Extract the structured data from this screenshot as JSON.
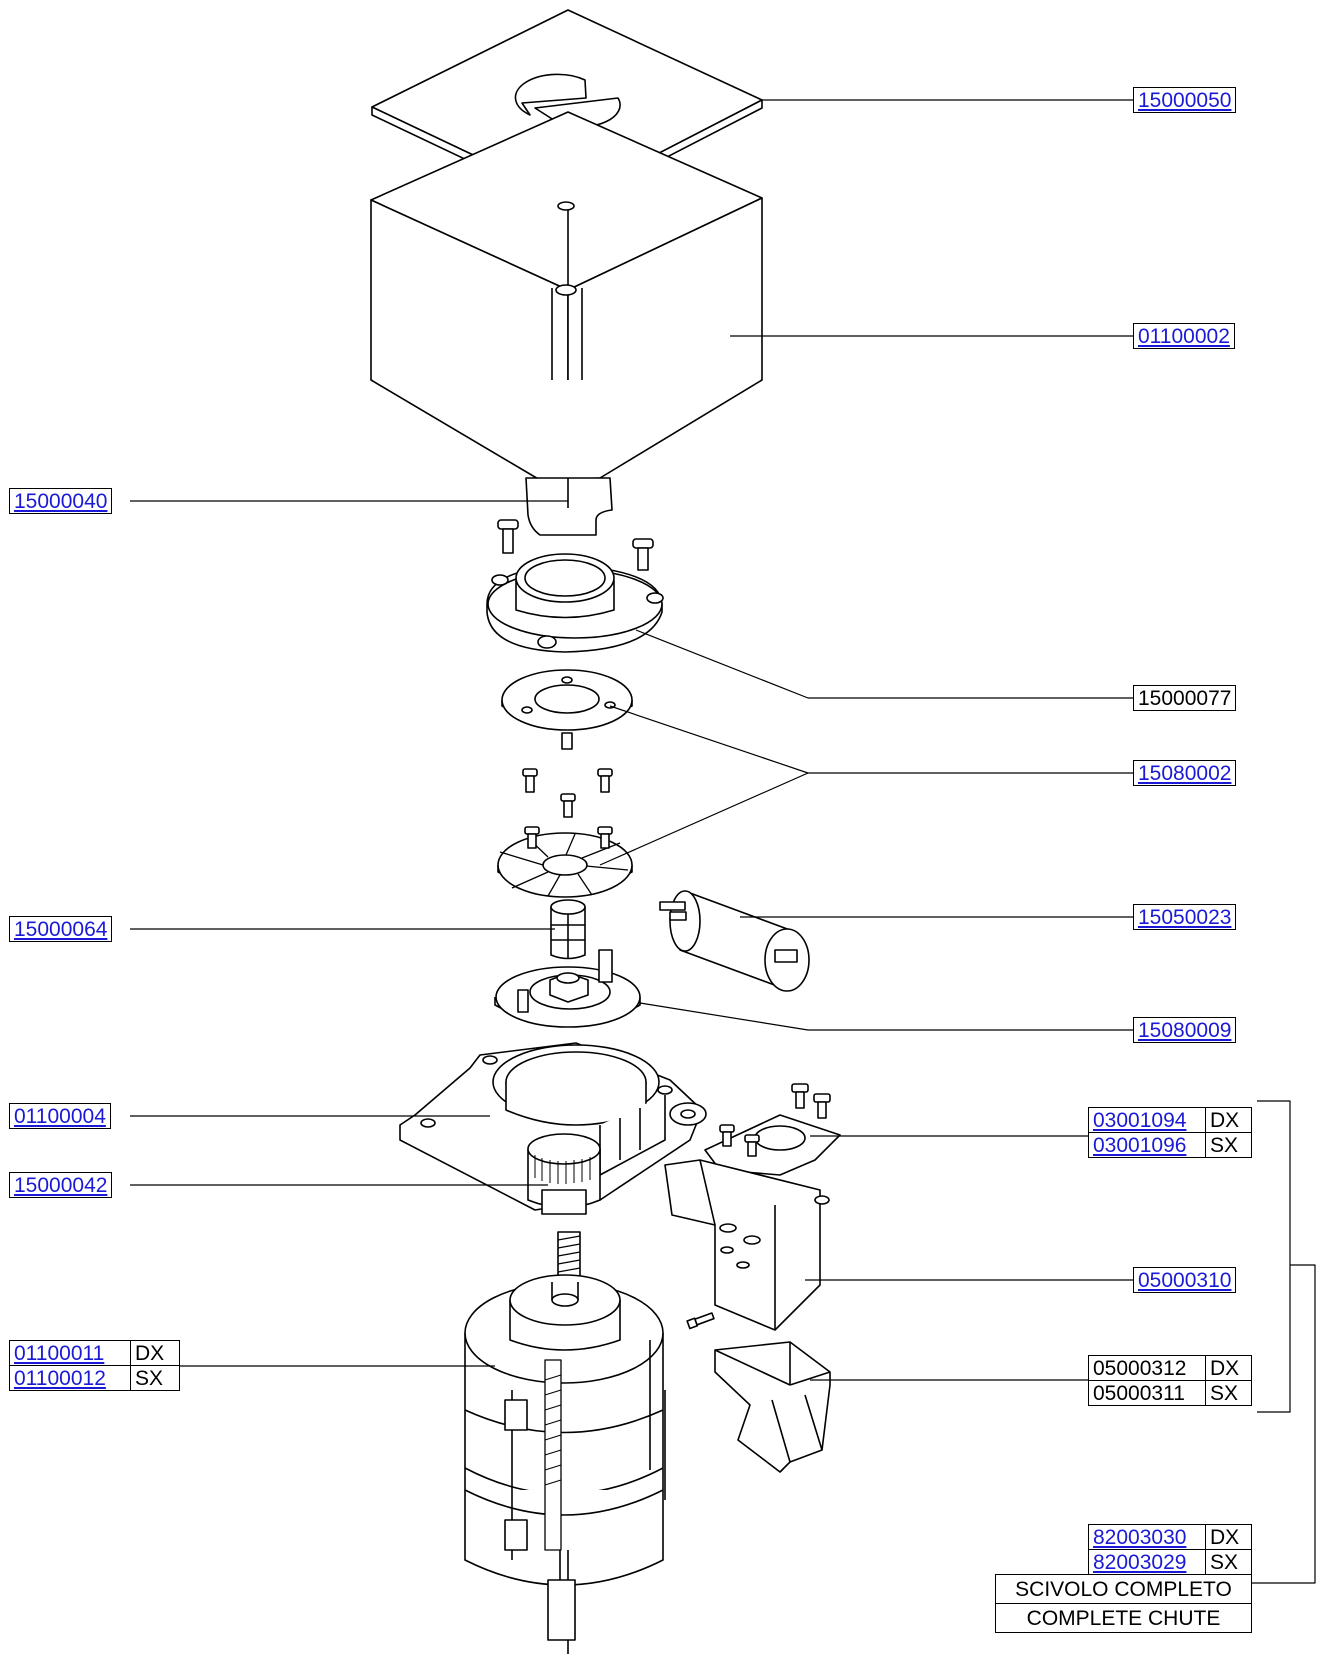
{
  "colors": {
    "link": "#1a1ad6",
    "line": "#000000"
  },
  "callouts": {
    "p15000050": "15000050",
    "p01100002": "01100002",
    "p15000040": "15000040",
    "p15000077": "15000077",
    "p15080002": "15080002",
    "p15000064": "15000064",
    "p15050023": "15050023",
    "p15080009": "15080009",
    "p01100004": "01100004",
    "p15000042": "15000042",
    "p03001094": "03001094",
    "p03001096": "03001096",
    "p05000310": "05000310",
    "p01100011": "01100011",
    "p01100012": "01100012",
    "p05000312": "05000312",
    "p05000311": "05000311",
    "p82003030": "82003030",
    "p82003029": "82003029"
  },
  "suffix": {
    "dx": "DX",
    "sx": "SX"
  },
  "chute": {
    "it": "SCIVOLO COMPLETO",
    "en": "COMPLETE CHUTE"
  }
}
